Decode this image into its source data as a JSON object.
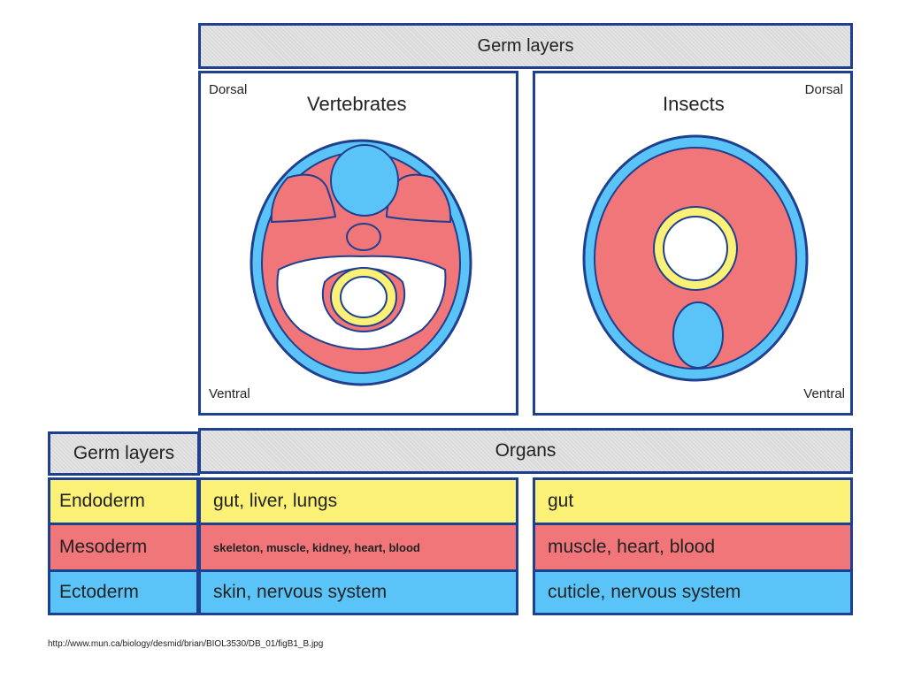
{
  "header_top": "Germ layers",
  "vertebrates": {
    "title": "Vertebrates",
    "dorsal": "Dorsal",
    "ventral": "Ventral"
  },
  "insects": {
    "title": "Insects",
    "dorsal": "Dorsal",
    "ventral": "Ventral"
  },
  "table": {
    "col1_header": "Germ layers",
    "col2_header": "Organs",
    "rows": [
      {
        "layer": "Endoderm",
        "vertebrates": "gut, liver, lungs",
        "insects": "gut",
        "color": "#fbf177"
      },
      {
        "layer": "Mesoderm",
        "vertebrates": "skeleton, muscle, kidney, heart, blood",
        "insects": "muscle, heart, blood",
        "color": "#f0767a"
      },
      {
        "layer": "Ectoderm",
        "vertebrates": "skin, nervous system",
        "insects": "cuticle, nervous system",
        "color": "#5ac4f8"
      }
    ]
  },
  "colors": {
    "frame": "#1f3f8f",
    "ectoderm": "#5ac4f8",
    "mesoderm": "#f0767a",
    "endoderm": "#fbf177",
    "header_gray": "#dadada"
  },
  "source_url": "http://www.mun.ca/biology/desmid/brian/BIOL3530/DB_01/figB1_B.jpg"
}
